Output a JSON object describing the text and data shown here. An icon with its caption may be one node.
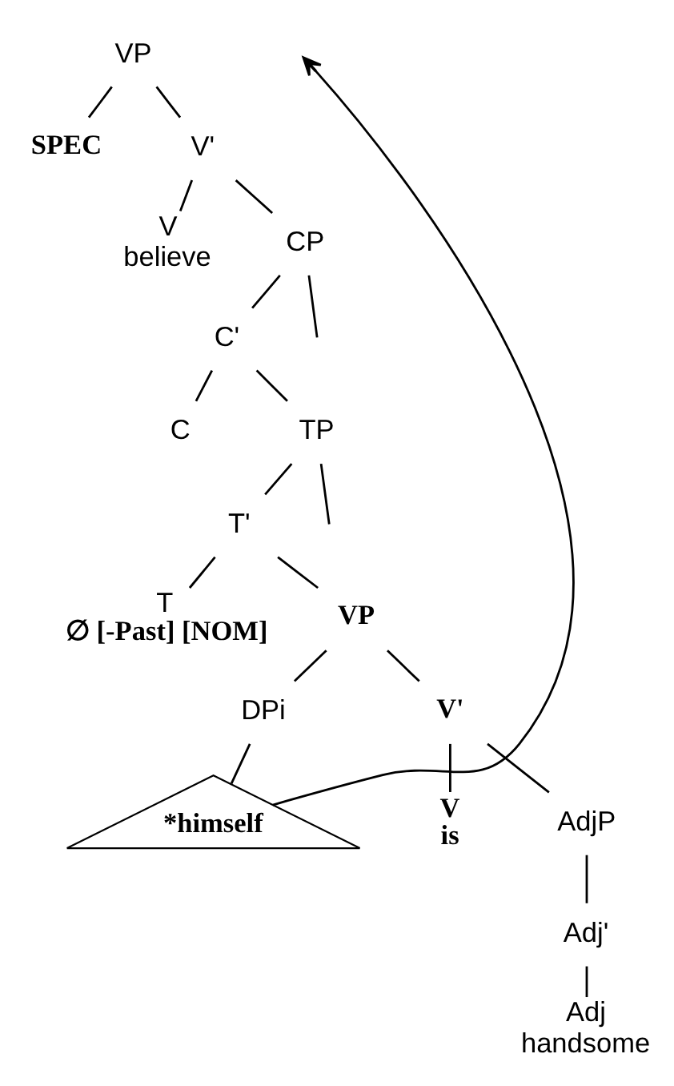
{
  "diagram": {
    "nodes": [
      {
        "text": [
          "VP"
        ]
      },
      {
        "text": [
          "SPEC"
        ]
      },
      {
        "text": [
          "V'"
        ]
      },
      {
        "text": [
          "V",
          "believe"
        ]
      },
      {
        "text": [
          "CP"
        ]
      },
      {
        "text": [
          "C'"
        ]
      },
      {
        "text": [
          "C"
        ]
      },
      {
        "text": [
          "TP"
        ]
      },
      {
        "text": [
          "T'"
        ]
      },
      {
        "text": [
          "T",
          "∅ [-Past] [NOM]"
        ]
      },
      {
        "text": [
          "VP"
        ]
      },
      {
        "text": [
          "DPi"
        ]
      },
      {
        "text": [
          "*himself"
        ]
      },
      {
        "text": [
          "V'"
        ]
      },
      {
        "text": [
          "V",
          "is"
        ]
      },
      {
        "text": [
          "AdjP"
        ]
      },
      {
        "text": [
          "Adj'"
        ]
      },
      {
        "text": [
          "Adj",
          "handsome"
        ]
      }
    ],
    "edges": [
      {
        "from": 0,
        "to": 1,
        "arrow": "none"
      },
      {
        "from": 0,
        "to": 2,
        "arrow": "none"
      },
      {
        "from": 2,
        "to": 3,
        "arrow": "none"
      },
      {
        "from": 2,
        "to": 4,
        "arrow": "none"
      },
      {
        "from": 4,
        "to": null,
        "arrow": "none"
      },
      {
        "from": 4,
        "to": 5,
        "arrow": "none"
      },
      {
        "from": 5,
        "to": 6,
        "arrow": "none"
      },
      {
        "from": 5,
        "to": 7,
        "arrow": "none"
      },
      {
        "from": 7,
        "to": null,
        "arrow": "none"
      },
      {
        "from": 7,
        "to": 8,
        "arrow": "none"
      },
      {
        "from": 8,
        "to": 9,
        "arrow": "none"
      },
      {
        "from": 8,
        "to": 10,
        "arrow": "none"
      },
      {
        "from": 10,
        "to": 11,
        "arrow": "none"
      },
      {
        "from": 10,
        "to": 13,
        "arrow": "none"
      },
      {
        "from": 11,
        "to": 12,
        "arrow": "none"
      },
      {
        "from": 13,
        "to": 14,
        "arrow": "none"
      },
      {
        "from": 13,
        "to": 15,
        "arrow": "none"
      },
      {
        "from": 15,
        "to": 16,
        "arrow": "none"
      },
      {
        "from": 16,
        "to": 17,
        "arrow": "none"
      },
      {
        "from": 12,
        "to": null,
        "arrow": "to"
      }
    ]
  }
}
